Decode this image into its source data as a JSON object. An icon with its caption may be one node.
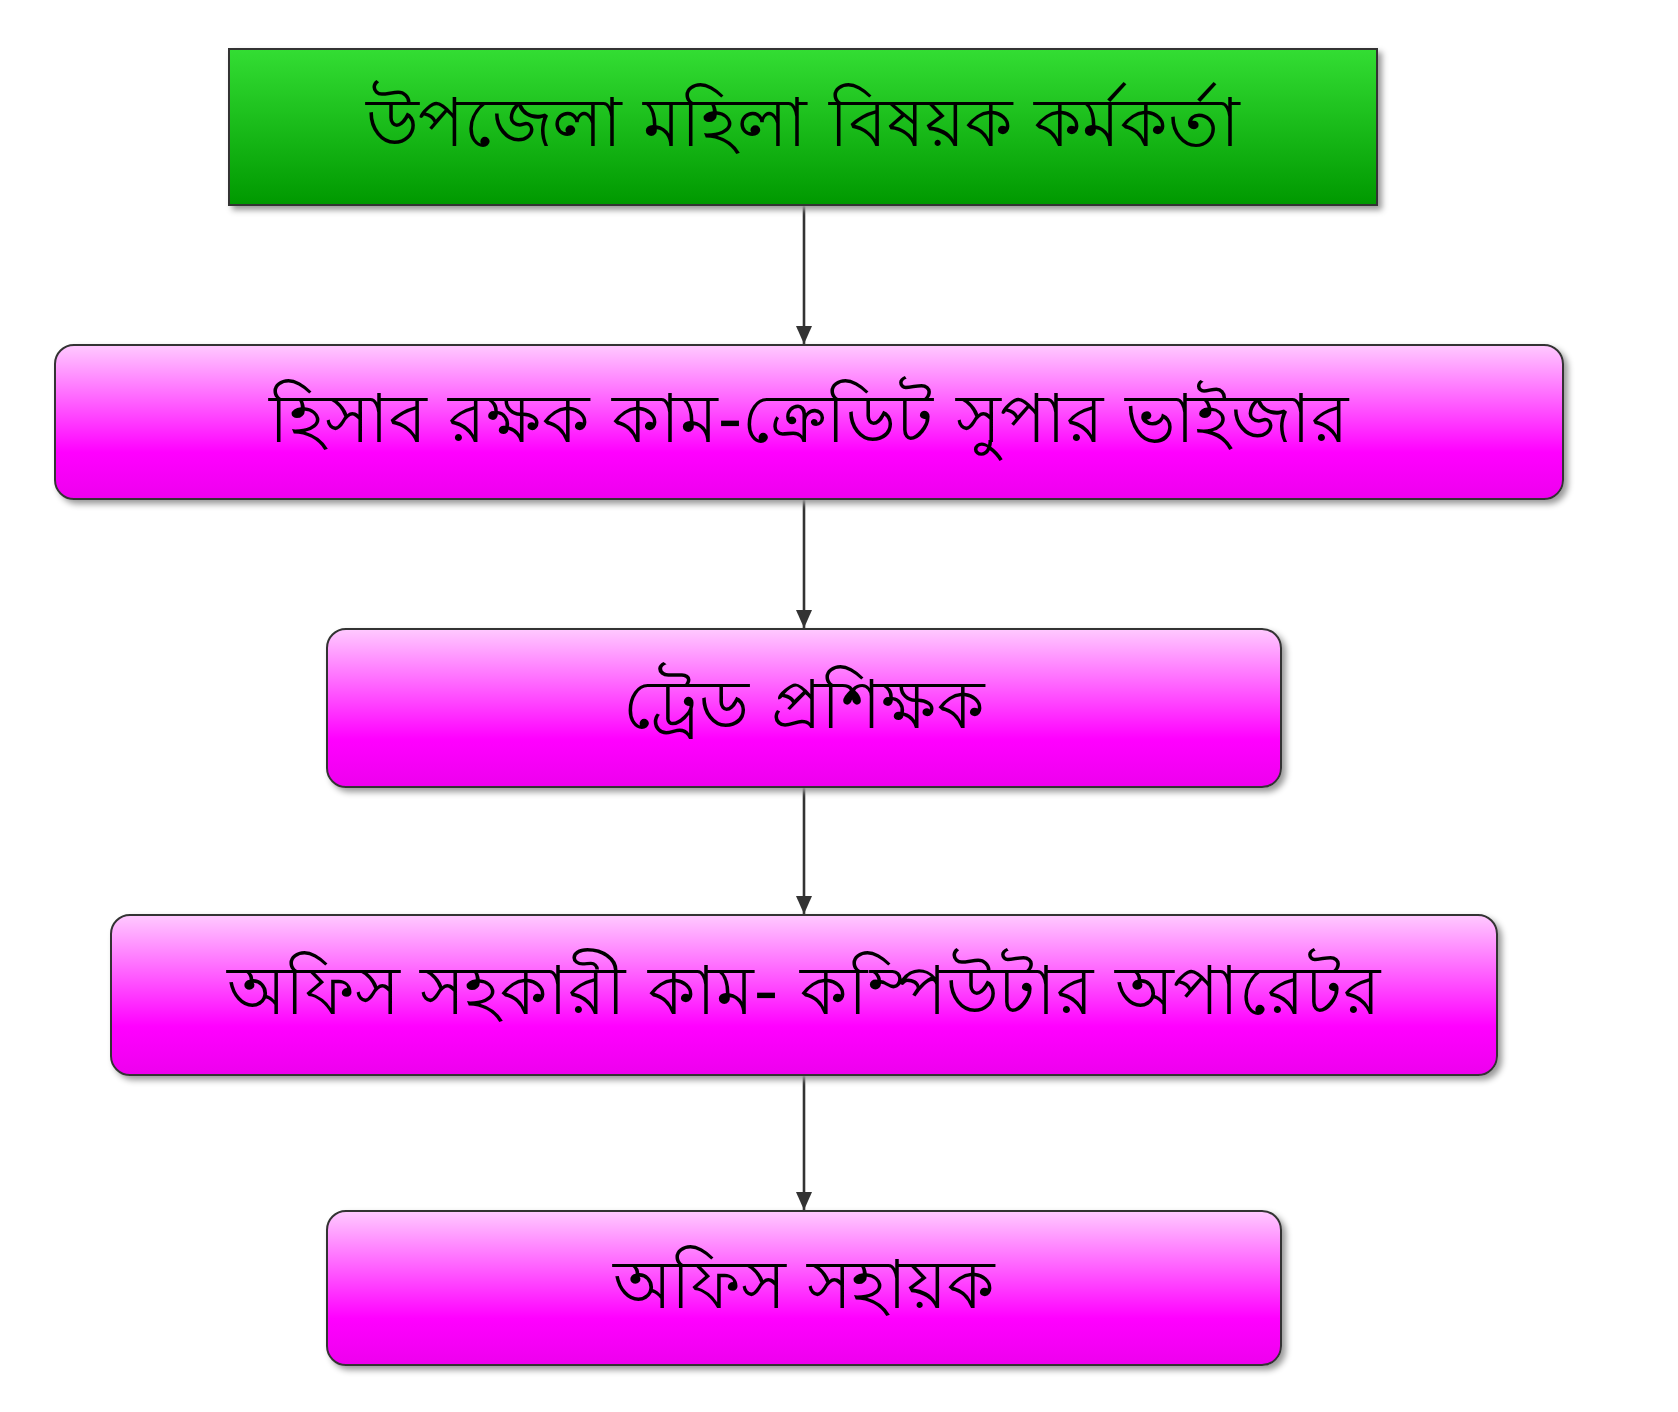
{
  "diagram": {
    "nodes": [
      {
        "text": [
          "উপজেলা মহিলা বিষয়ক কর্মকর্তা"
        ]
      },
      {
        "text": [
          "হিসাব রক্ষক কাম-ক্রেডিট সুপার ভাইজার"
        ]
      },
      {
        "text": [
          "ট্রেড প্রশিক্ষক"
        ]
      },
      {
        "text": [
          "অফিস সহকারী কাম- কম্পিউটার অপারেটর"
        ]
      },
      {
        "text": [
          "অফিস সহায়ক"
        ]
      }
    ],
    "edges": [
      {
        "from": 0,
        "to": 1,
        "arrow": "to"
      },
      {
        "from": 1,
        "to": 2,
        "arrow": "to"
      },
      {
        "from": 2,
        "to": 3,
        "arrow": "to"
      },
      {
        "from": 3,
        "to": 4,
        "arrow": "to"
      }
    ]
  }
}
